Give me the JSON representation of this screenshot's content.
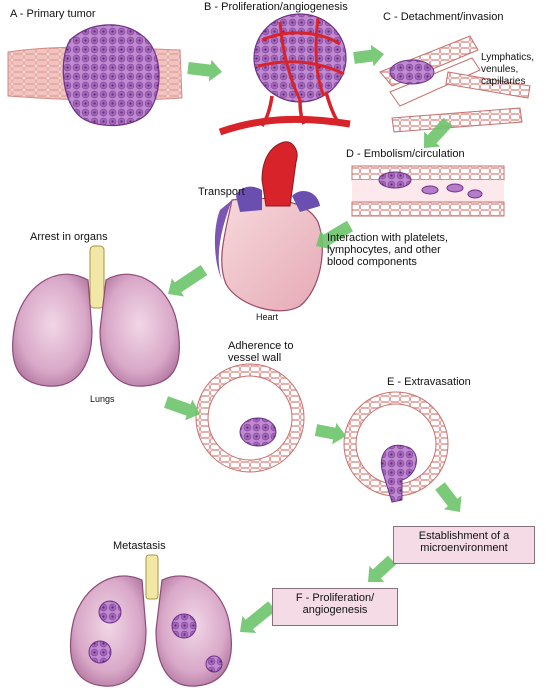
{
  "stages": {
    "a": "A - Primary tumor",
    "b": "B - Proliferation/angiogenesis",
    "c": "C - Detachment/invasion",
    "d": "D - Embolism/circulation",
    "e": "E - Extravasation"
  },
  "labels": {
    "lymphatics": "Lymphatics,\nvenules,\ncapillaries",
    "transport": "Transport",
    "interaction": "Interaction with platelets,\nlymphocytes, and other\nblood components",
    "heart": "Heart",
    "arrest": "Arrest in organs",
    "lungs": "Lungs",
    "adherence": "Adherence to\nvessel wall",
    "metastasis": "Metastasis"
  },
  "boxes": {
    "microenvironment": "Establishment of a\nmicroenvironment",
    "proliferation": "F - Proliferation/\nangiogenesis"
  },
  "colors": {
    "arrow": "#6cc46a",
    "tumor": "#b57cc9",
    "vessel": "#d9232a",
    "tissue": "#f3c9c6",
    "lung": "#d9a8c8",
    "box": "#f4dbe6"
  }
}
